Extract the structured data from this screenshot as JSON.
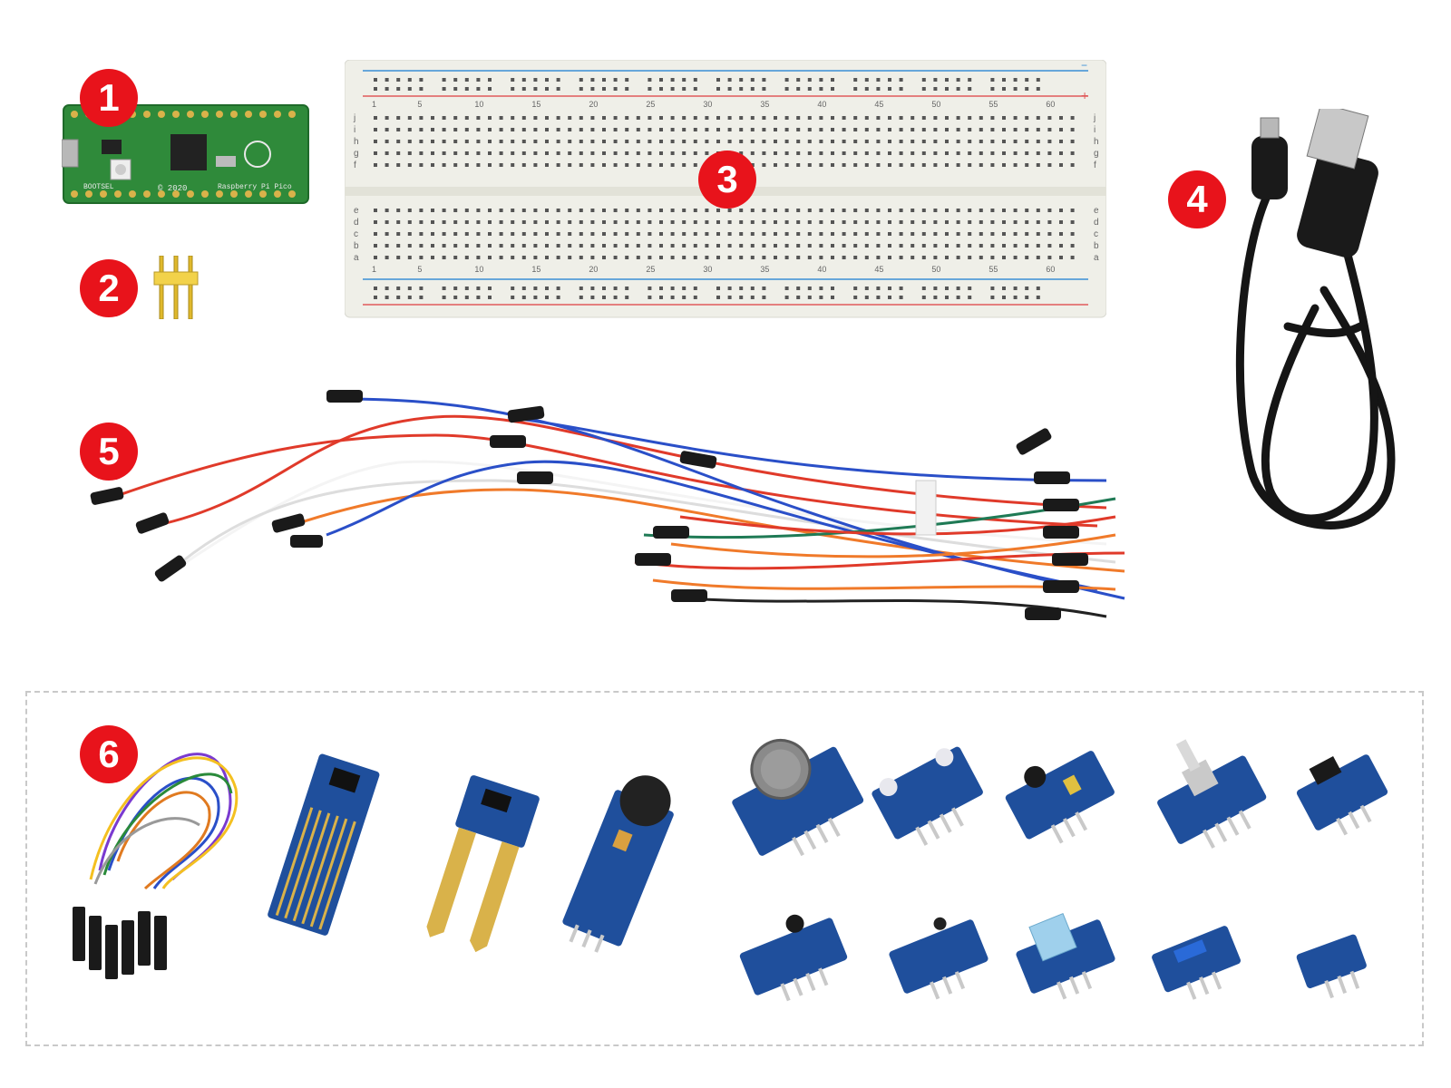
{
  "badges": {
    "pico": "1",
    "headers": "2",
    "breadboard": "3",
    "usb_cable": "4",
    "jumper_wires": "5",
    "sensors": "6"
  },
  "pico_board": {
    "silk_brand": "Raspberry Pi Pico",
    "silk_year": "© 2020",
    "silk_bootsel": "BOOTSEL"
  },
  "breadboard": {
    "column_numbers": [
      "1",
      "5",
      "10",
      "15",
      "20",
      "25",
      "30",
      "35",
      "40",
      "45",
      "50",
      "55",
      "60"
    ],
    "row_letters_top": [
      "j",
      "i",
      "h",
      "g",
      "f"
    ],
    "row_letters_bottom": [
      "e",
      "d",
      "c",
      "b",
      "a"
    ],
    "rail_minus": "−",
    "rail_plus": "+"
  },
  "icons": {
    "pico": "microcontroller-board-icon",
    "headers": "pin-header-icon",
    "breadboard": "breadboard-icon",
    "usb_cable": "usb-cable-icon",
    "jumper_wires": "jumper-wire-bundle-icon",
    "sensors": "sensor-module-icon"
  },
  "colors": {
    "badge": "#e8131b",
    "pcb_green": "#2f8a3a",
    "pcb_blue": "#1f4f9c",
    "breadboard": "#efefe8",
    "rail_red": "#e05a5a",
    "rail_blue": "#3a8fd6"
  }
}
